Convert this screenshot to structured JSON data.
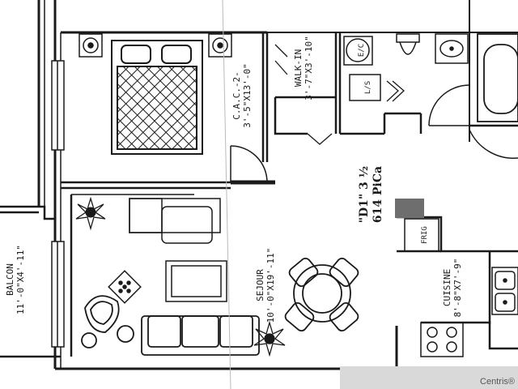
{
  "unit": {
    "line1": "\"D1\" 3 ½",
    "line2": "614 PiCa"
  },
  "rooms": {
    "bedroom": {
      "name": "C.A.C.-2-",
      "dims": "3'-5\"X13'-0\""
    },
    "walk_in": {
      "name": "WALK-IN",
      "dims": "3'-7\"X3'-10\""
    },
    "balcony": {
      "name": "BALCON",
      "dims": "11'-0\"X4'-11\""
    },
    "living": {
      "name": "SEJOUR",
      "dims": "10'-0\"X19'-11\""
    },
    "kitchen": {
      "name": "CUISINE",
      "dims": "8'-8\"X7'-9\""
    }
  },
  "fixtures": {
    "water_heater": "E/C",
    "laundry": "L/S",
    "fridge": "FRIG"
  },
  "watermark": "Centris®",
  "colors": {
    "line": "#1a1a1a",
    "paper": "#ffffff",
    "bed_fill": "#2a2a2a"
  }
}
